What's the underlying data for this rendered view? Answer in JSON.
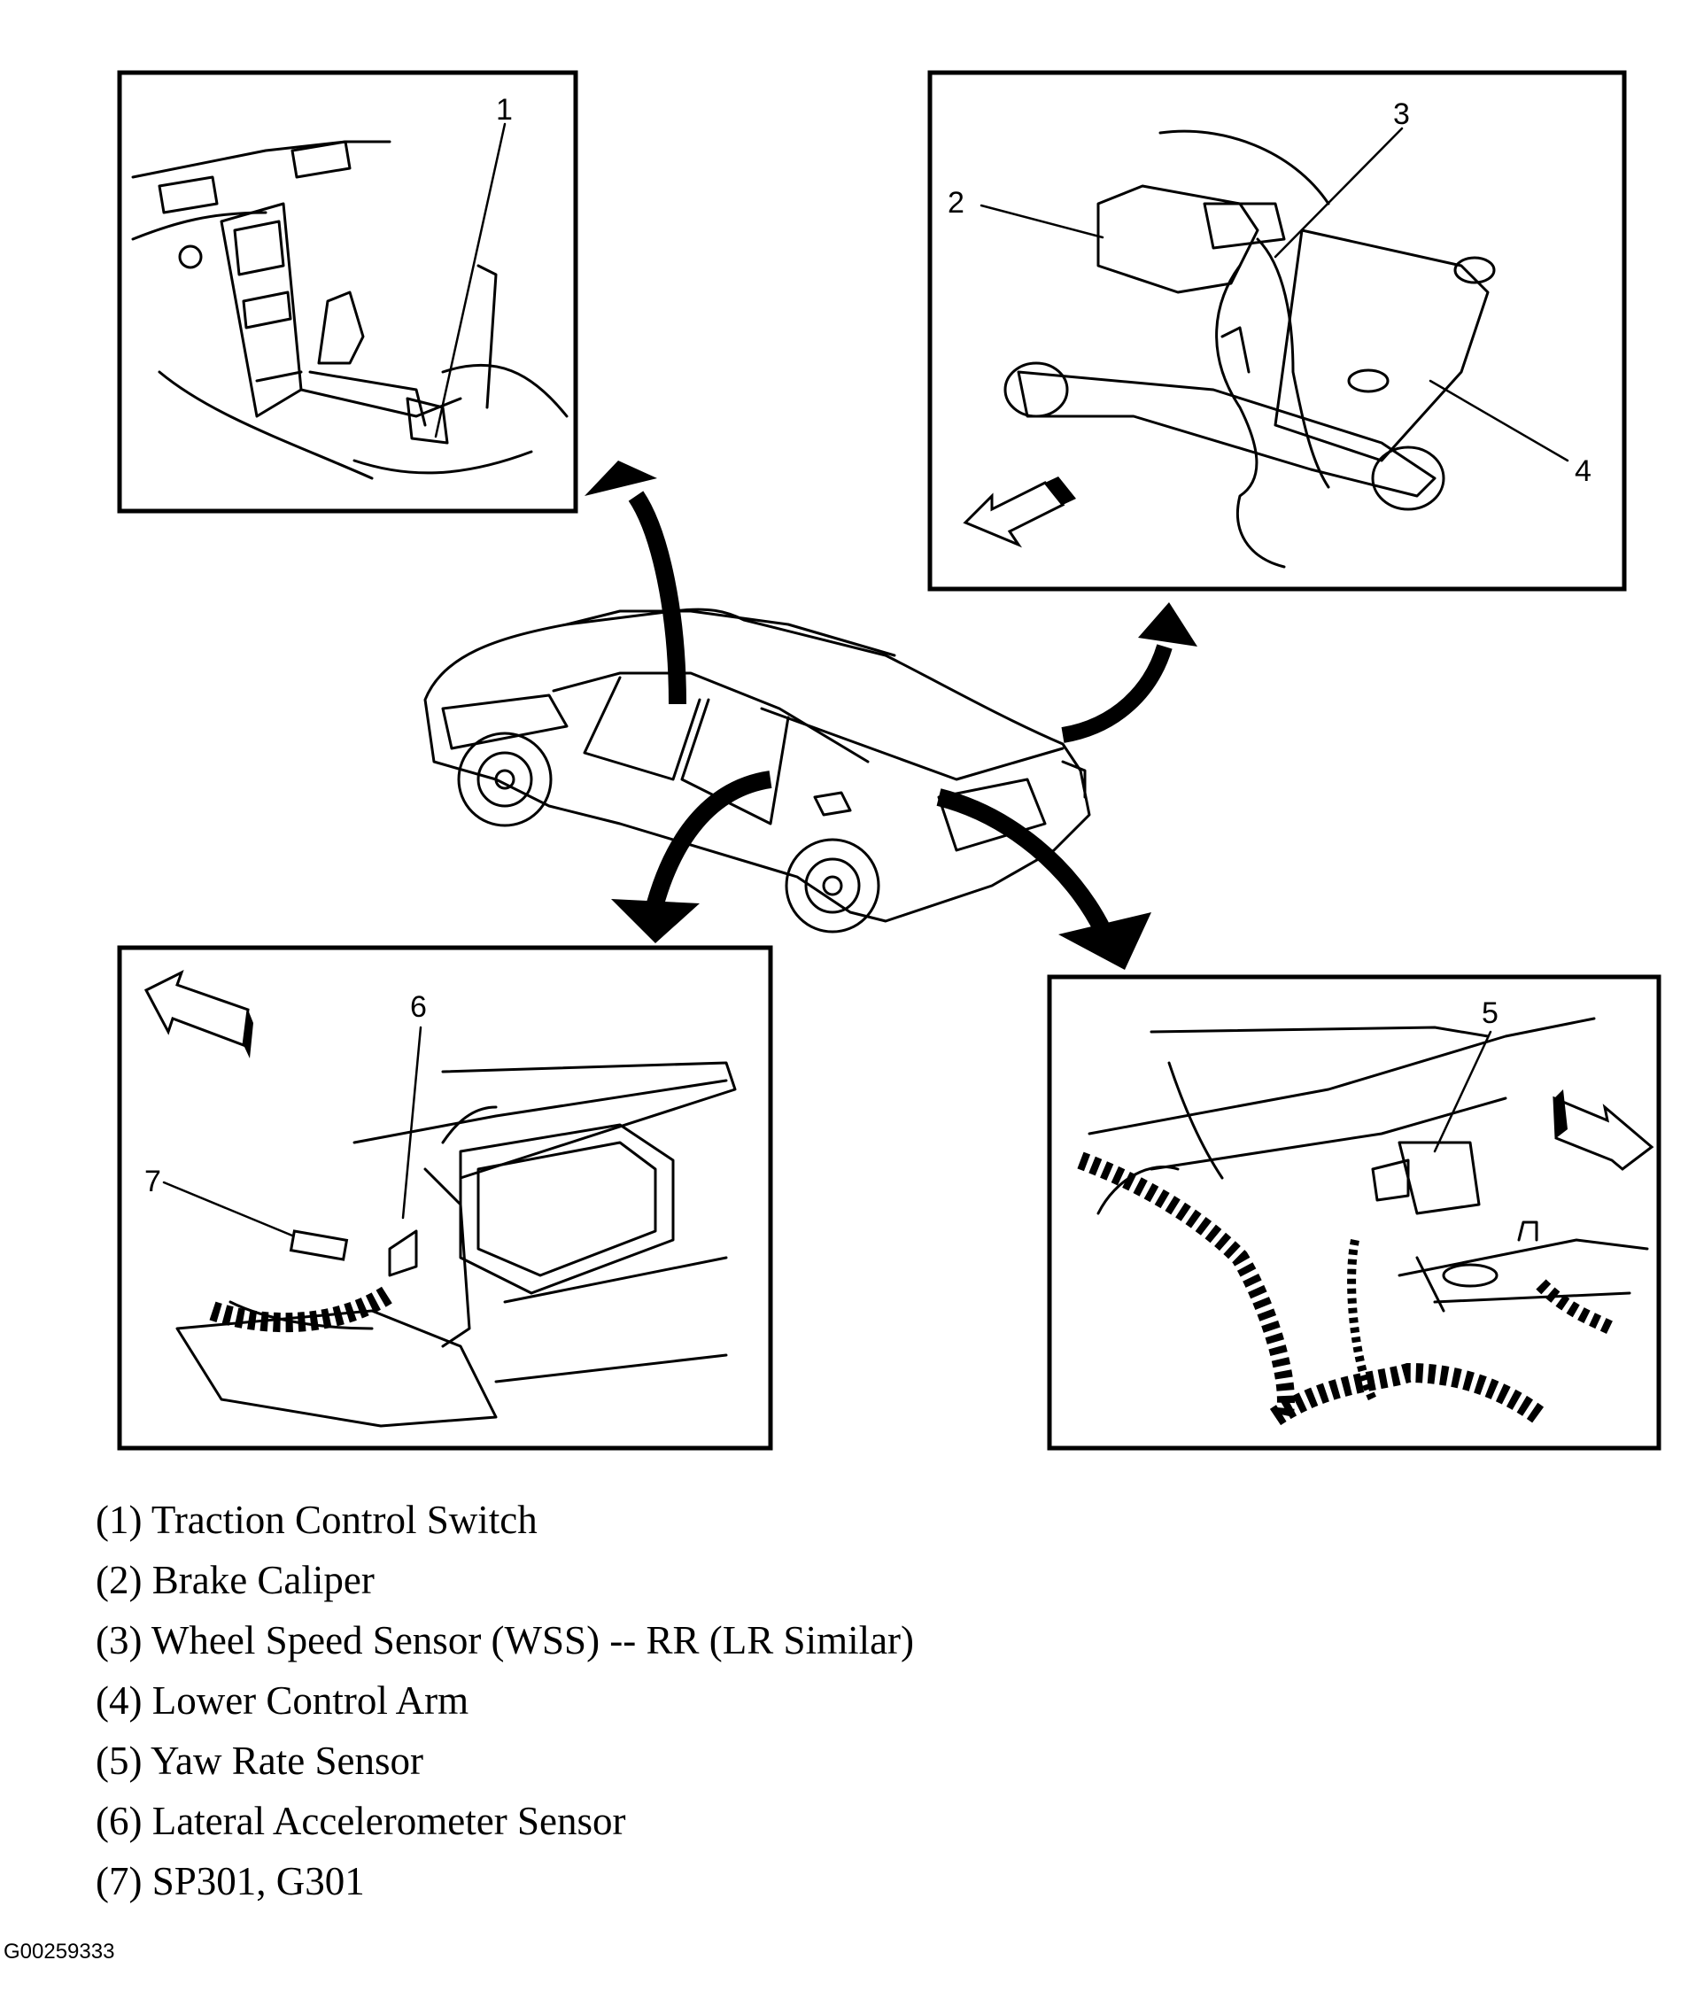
{
  "callouts": {
    "c1": "1",
    "c2": "2",
    "c3": "3",
    "c4": "4",
    "c5": "5",
    "c6": "6",
    "c7": "7"
  },
  "legend": [
    "(1) Traction Control Switch",
    "(2) Brake Caliper",
    "(3) Wheel Speed Sensor (WSS) -- RR (LR Similar)",
    "(4) Lower Control Arm",
    "(5) Yaw Rate Sensor",
    "(6) Lateral Accelerometer Sensor",
    "(7) SP301, G301"
  ],
  "figure_id": "G00259333"
}
